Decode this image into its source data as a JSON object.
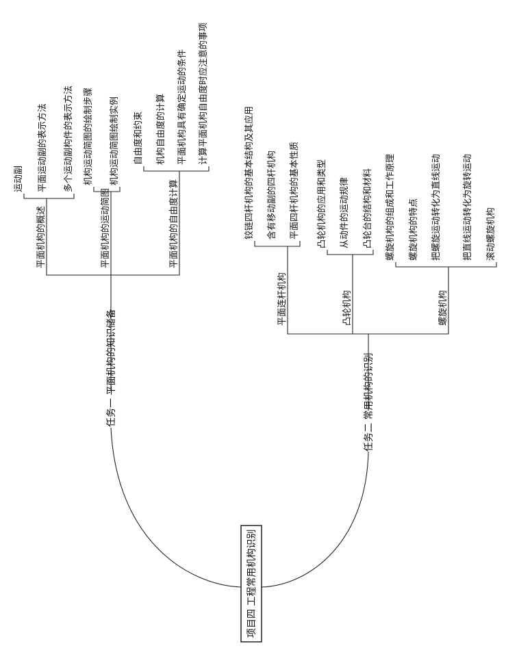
{
  "root": {
    "label": "项目四  工程常用机构识别"
  },
  "tasks": [
    {
      "label": "任务一  平面机构的知识储备",
      "children": [
        {
          "label": "平面机构的概述",
          "children": [
            {
              "label": "运动副"
            },
            {
              "label": "平面运动副的表示方法"
            },
            {
              "label": "多个运动副构件的表示方法"
            }
          ]
        },
        {
          "label": "平面机构的运动简图",
          "children": [
            {
              "label": "机构运动简图的绘制步骤"
            },
            {
              "label": "机构运动简图绘制实例"
            }
          ]
        },
        {
          "label": "平面机构的自由度计算",
          "children": [
            {
              "label": "自由度和约束"
            },
            {
              "label": "机构自由度的计算"
            },
            {
              "label": "平面机构具有确定运动的条件"
            },
            {
              "label": "计算平面机构自由度时应注意的事项"
            }
          ]
        }
      ]
    },
    {
      "label": "任务二  常用机构的识别",
      "children": [
        {
          "label": "平面连杆机构",
          "children": [
            {
              "label": "铰链四杆机构的基本结构及其应用"
            },
            {
              "label": "含有移动副的四杆机构"
            },
            {
              "label": "平面四杆机构的基本性质"
            }
          ]
        },
        {
          "label": "凸轮机构",
          "children": [
            {
              "label": "凸轮机构的应用和类型"
            },
            {
              "label": "从动件的运动规律"
            },
            {
              "label": "凸轮台的结构和材料"
            }
          ]
        },
        {
          "label": "螺旋机构",
          "children": [
            {
              "label": "螺旋机构的组成和工作原理"
            },
            {
              "label": "螺旋机构的特点"
            },
            {
              "label": "把螺旋运动转化为直线运动"
            },
            {
              "label": "把直线运动转化为旋转运动"
            },
            {
              "label": "滚动螺旋机构"
            }
          ]
        }
      ]
    }
  ]
}
